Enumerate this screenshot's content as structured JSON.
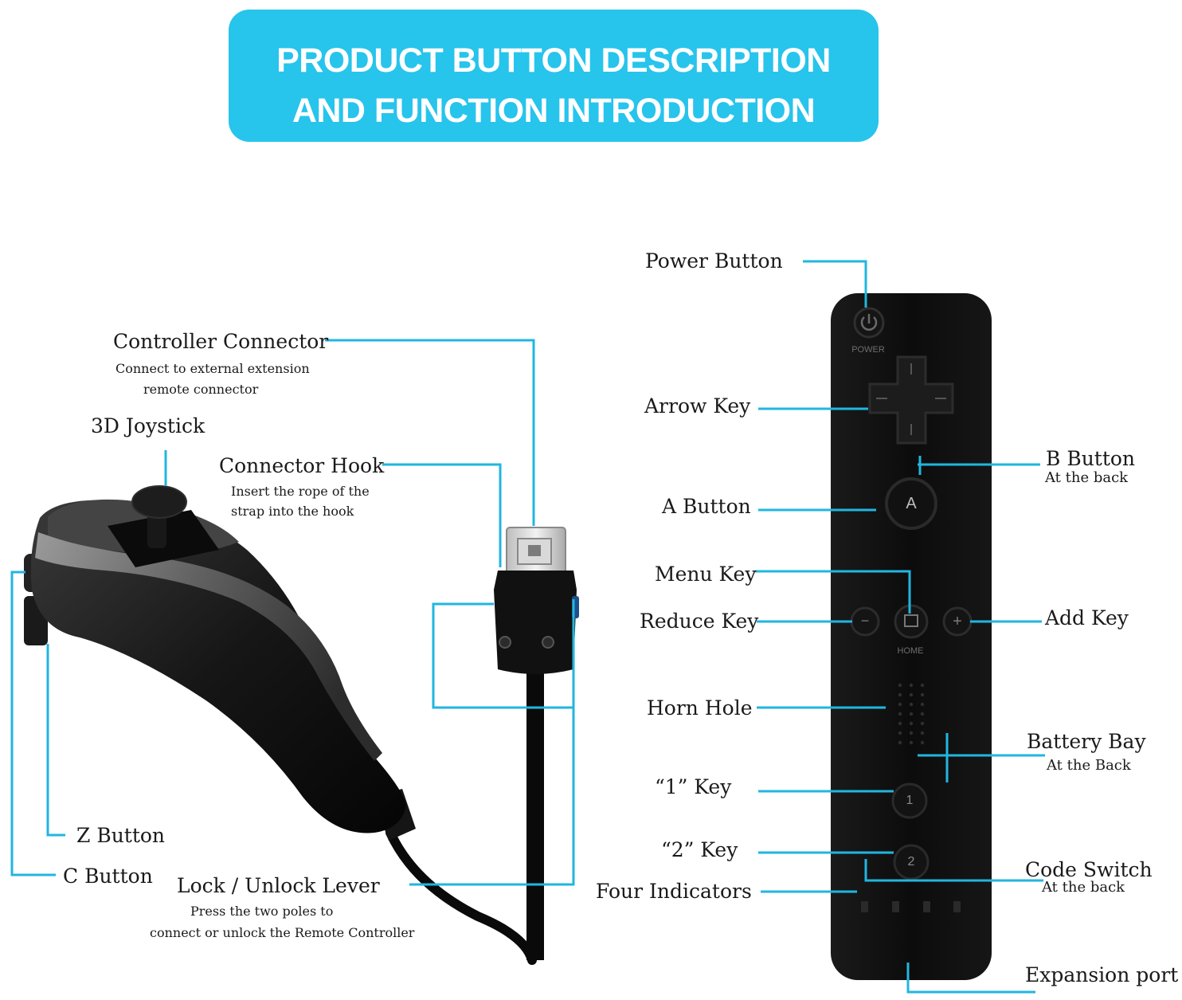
{
  "banner": {
    "line1": "PRODUCT BUTTON DESCRIPTION",
    "line2": "AND FUNCTION INTRODUCTION"
  },
  "colors": {
    "banner": "#27c4ec",
    "leader": "#21b6e0",
    "device": "#111111"
  },
  "nunchuk_labels": {
    "controller_connector": "Controller Connector",
    "controller_connector_sub1": "Connect to external extension",
    "controller_connector_sub2": "remote connector",
    "joystick": "3D Joystick",
    "connector_hook": "Connector Hook",
    "connector_hook_sub1": "Insert the rope of the",
    "connector_hook_sub2": "strap into the hook",
    "z_button": "Z Button",
    "c_button": "C Button",
    "lock_lever": "Lock / Unlock Lever",
    "lock_lever_sub1": "Press the two poles to",
    "lock_lever_sub2": "connect or unlock the Remote Controller"
  },
  "remote_labels": {
    "power_button": "Power Button",
    "arrow_key": "Arrow Key",
    "b_button": "B Button",
    "b_button_sub": "At the back",
    "a_button": "A Button",
    "menu_key": "Menu Key",
    "reduce_key": "Reduce Key",
    "add_key": "Add Key",
    "horn_hole": "Horn Hole",
    "battery_bay": "Battery Bay",
    "battery_bay_sub": "At the Back",
    "key_1": "“1”  Key",
    "key_2": "“2” Key",
    "code_switch": "Code Switch",
    "code_switch_sub": "At the back",
    "four_indicators": "Four Indicators",
    "expansion_port": "Expansion port"
  },
  "remote_markings": {
    "power": "POWER",
    "a": "A",
    "home": "HOME",
    "minus": "−",
    "plus": "+",
    "one": "1",
    "two": "2"
  }
}
